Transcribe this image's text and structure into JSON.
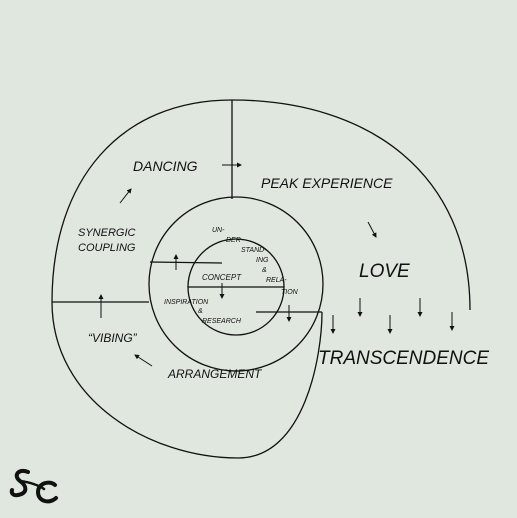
{
  "diagram": {
    "labels": {
      "dancing": "DANCING",
      "peak_experience": "PEAK EXPERIENCE",
      "synergic": "SYNERGIC",
      "coupling": "COUPLING",
      "love": "LOVE",
      "vibing": "“VIBING”",
      "arrangement": "ARRANGEMENT",
      "transcendence": "TRANSCENDENCE",
      "concept": "CONCEPT",
      "inspiration": "INSPIRATION",
      "inspiration_amp": "&",
      "research": "RESEARCH",
      "und_1": "UN-",
      "und_2": "DER-",
      "und_3": "STAND-",
      "und_4": "ING",
      "und_5": "&",
      "und_6": "RELA-",
      "und_7": "TION"
    },
    "logo_text": "SC",
    "colors": {
      "background": "#dfe7df",
      "ink": "#111111"
    }
  }
}
